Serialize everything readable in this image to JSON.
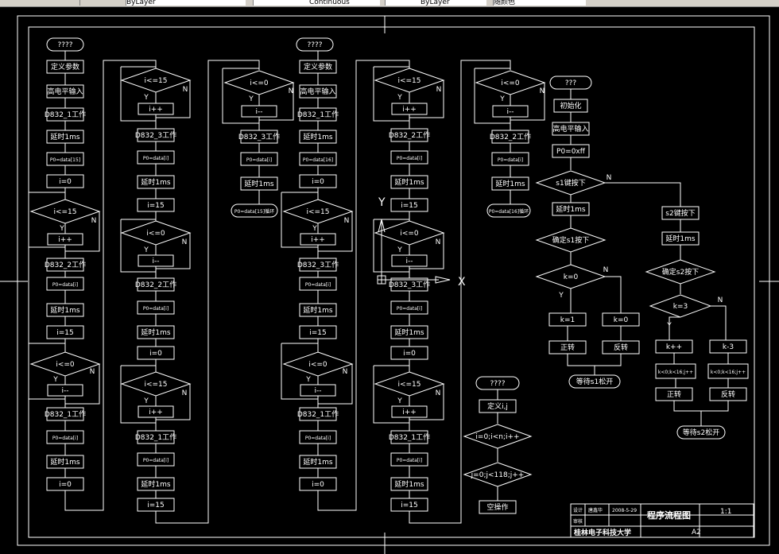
{
  "toolbar": {
    "layer_dropdown": "ByLayer",
    "linetype_dropdown": "Continuous",
    "lineweight_dropdown": "ByLayer",
    "color_dropdown": "随颜色"
  },
  "flowchart": {
    "col1": [
      "????",
      "定义参数",
      "高电平输入",
      "D832_1工作",
      "延时1ms",
      "P0=data[15]",
      "i=0",
      "i<=15",
      "Y",
      "N",
      "i++",
      "D832_2工作",
      "P0=data[i]",
      "延时1ms",
      "i=15",
      "i<=0",
      "Y",
      "N",
      "i--",
      "D832_1工作",
      "P0=data[i]",
      "延时1ms",
      "i=0"
    ],
    "col2": [
      "i<=15",
      "Y",
      "N",
      "i++",
      "D832_3工作",
      "P0=data[i]",
      "延时1ms",
      "i=15",
      "i<=0",
      "Y",
      "N",
      "i--",
      "D832_2工作",
      "P0=data[i]",
      "延时1ms",
      "i=0",
      "i<=15",
      "Y",
      "N",
      "i++",
      "D832_1工作",
      "P0=data[i]",
      "延时1ms",
      "i=15"
    ],
    "col3": [
      "i<=0",
      "Y",
      "N",
      "i--",
      "D832_3工作",
      "P0=data[i]",
      "延时1ms",
      "P0=data[15]循环"
    ],
    "col4": [
      "????",
      "定义参数",
      "高电平输入",
      "D832_1工作",
      "延时1ms",
      "P0=data[16]",
      "i=0",
      "i<=15",
      "Y",
      "N",
      "i++",
      "D832_3工作",
      "P0=data[i]",
      "延时1ms",
      "i=15",
      "i<=0",
      "Y",
      "N",
      "i--",
      "D832_1工作",
      "P0=data[i]",
      "延时1ms",
      "i=0"
    ],
    "col5": [
      "i<=15",
      "Y",
      "N",
      "i++",
      "D832_2工作",
      "P0=data[i]",
      "延时1ms",
      "i=15",
      "i<=0",
      "Y",
      "N",
      "i--",
      "D832_3工作",
      "P0=data[i]",
      "延时1ms",
      "i=0",
      "i<=15",
      "Y",
      "N",
      "i++",
      "D832_1工作",
      "P0=data[i]",
      "延时1ms",
      "i=15"
    ],
    "col6": [
      "i<=0",
      "Y",
      "N",
      "i--",
      "D832_2工作",
      "P0=data[i]",
      "延时1ms",
      "P0=data[16]循环"
    ],
    "delay_func": [
      "????",
      "定义i,j",
      "i=0;i<n;i++",
      "j=0;j<118;j++",
      "空操作"
    ],
    "main": [
      "???",
      "初始化",
      "高电平输入",
      "P0=0xff",
      "s1键按下",
      "N",
      "延时1ms",
      "s2键按下",
      "确定s1按下",
      "延时1ms",
      "k=0",
      "N",
      "Y",
      "k=1",
      "k=0",
      "正转",
      "反转",
      "等待s1松开",
      "确定s2按下",
      "k=3",
      "N",
      "Y",
      "k++",
      "k-3",
      "k<0;k<16;j++",
      "k<0;k<16;j++",
      "正转",
      "反转",
      "等待s2松开"
    ]
  },
  "title_block": {
    "designer_label": "设计",
    "designer": "唐鑫华",
    "date": "2008-5-29",
    "title": "程序流程图",
    "scale": "1:1",
    "reviewer_label": "审核",
    "school": "桂林电子科技大学",
    "size": "A2"
  },
  "ucs_labels": {
    "x": "X",
    "y": "Y"
  }
}
